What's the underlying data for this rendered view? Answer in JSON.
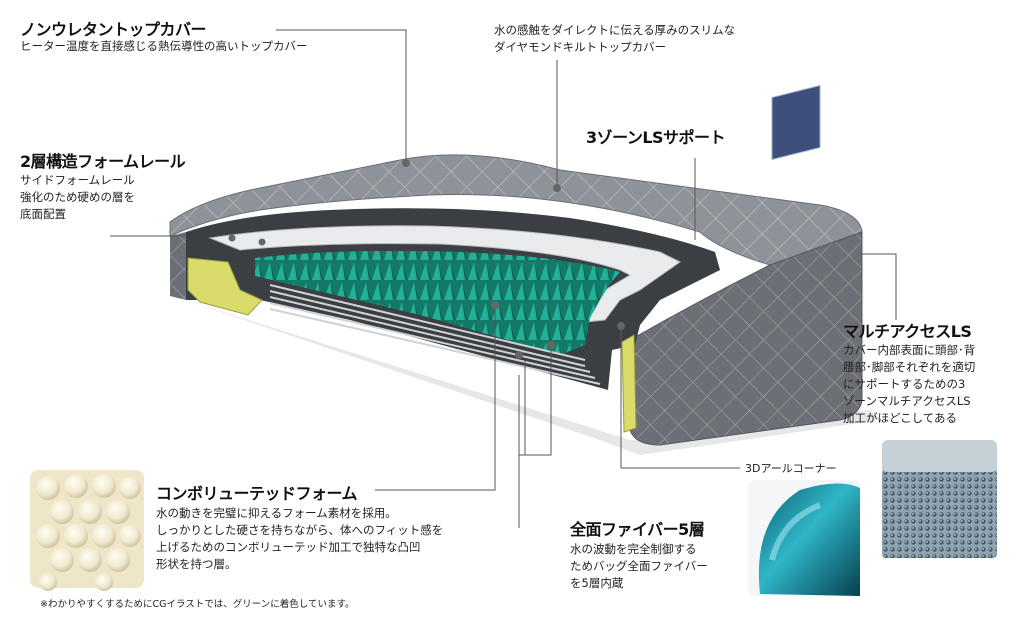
{
  "labels": {
    "non_urethane": {
      "title": "ノンウレタントップカバー",
      "desc": "ヒーター温度を直接感じる熱伝導性の高いトップカバー"
    },
    "diamond_quilt": {
      "line1": "水の感触をダイレクトに伝える厚みのスリムな",
      "line2": "ダイヤモンドキルトトップカバー"
    },
    "two_layer_rail": {
      "title": "2層構造フォームレール",
      "line1": "サイドフォームレール",
      "line2": "強化のため硬めの層を",
      "line3": "底面配置"
    },
    "three_zone": {
      "title": "3ゾーンLSサポート"
    },
    "multi_access": {
      "title": "マルチアクセスLS",
      "line1": "カバー内部表面に頭部･背",
      "line2": "腰部･脚部それぞれを適切",
      "line3": "にサポートするための3",
      "line4": "ゾーンマルチアクセスLS",
      "line5": "加工がほどこしてある"
    },
    "corner": {
      "title": "3Dアールコーナー"
    },
    "convoluted": {
      "title": "コンボリューテッドフォーム",
      "line1": "水の動きを完璧に抑えるフォーム素材を採用。",
      "line2": "しっかりとした硬さを持ちながら、体へのフィット感を",
      "line3": "上げるためのコンボリューテッド加工で独特な凸凹",
      "line4": "形状を持つ層。"
    },
    "fiber": {
      "title": "全面ファイバー5層",
      "line1": "水の波動を完全制御する",
      "line2": "ためバッグ全面ファイバー",
      "line3": "を5層内蔵"
    },
    "footnote": "※わかりやすくするためにCGイラストでは、グリーンに着色しています。"
  },
  "colors": {
    "quilt": "#8f949a",
    "quilt_dark": "#5f6369",
    "foam_green": "#1e9e86",
    "rail_yellow": "#d9dc6a",
    "leader": "#555555"
  }
}
